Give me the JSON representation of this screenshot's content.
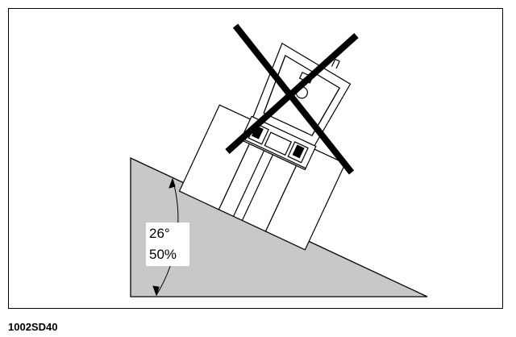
{
  "figure": {
    "code": "1002SD40",
    "angle_degrees": "26°",
    "angle_percent": "50%"
  },
  "icons": {
    "prohibited": "cross-icon"
  },
  "colors": {
    "slope_fill": "#c8c8c8",
    "line": "#000000",
    "background": "#ffffff"
  }
}
